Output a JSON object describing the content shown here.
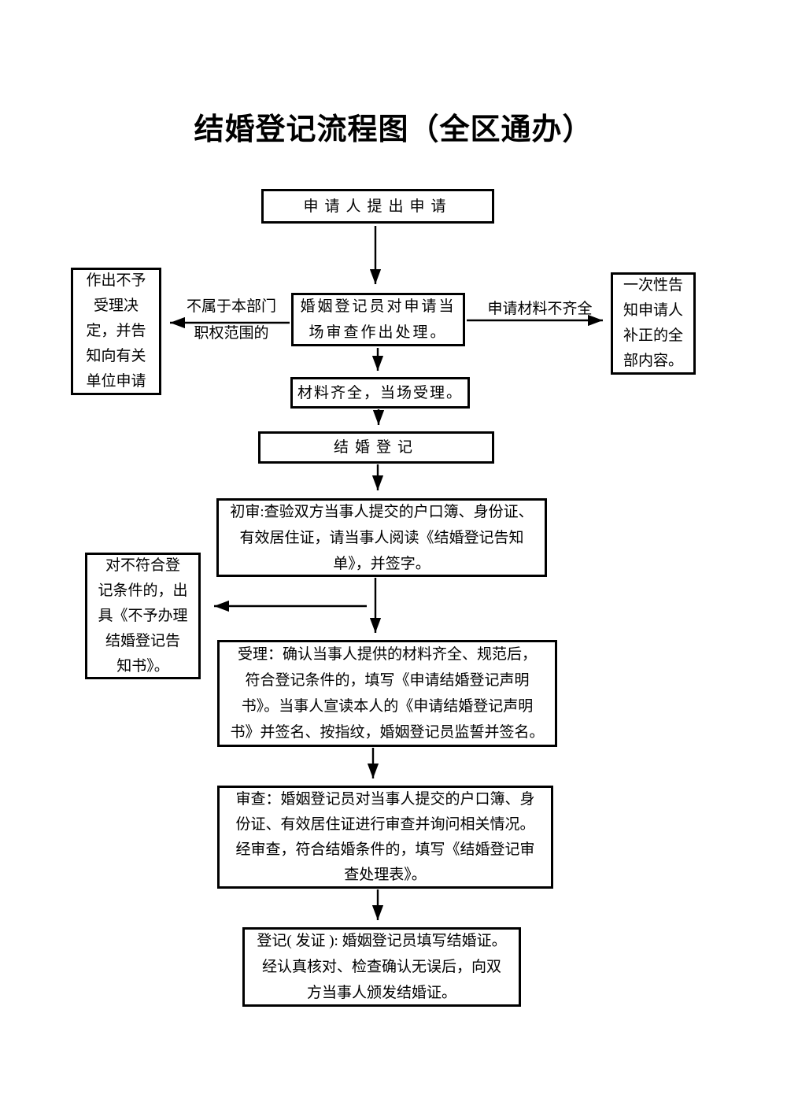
{
  "title": "结婚登记流程图（全区通办）",
  "flowchart": {
    "nodes": {
      "apply": {
        "text": "申请人提出申请"
      },
      "refuse_decision": {
        "text": "作出不予\n受理决\n定，并告\n知向有关\n单位申请"
      },
      "onsite_review": {
        "text": "婚姻登记员对申请当\n场审查作出处理。"
      },
      "onetime_notice": {
        "text": "一次性告\n知申请人\n补正的全\n部内容。"
      },
      "accept_onsite": {
        "text": "材料齐全，当场受理。"
      },
      "marriage_register": {
        "text": "结婚登记"
      },
      "first_review": {
        "text": "初审:查验双方当事人提交的户口簿、身份证、\n有效居住证，请当事人阅读《结婚登记告知\n单》，并签字。"
      },
      "not_qualified": {
        "text": "对不符合登\n记条件的，出\n具《不予办理\n结婚登记告\n知书》。"
      },
      "acceptance": {
        "text": "受理：确认当事人提供的材料齐全、规范后，\n符合登记条件的，填写《申请结婚登记声明\n书》。当事人宣读本人的《申请结婚登记声明\n书》并签名、按指纹，婚姻登记员监誓并签名。"
      },
      "examine": {
        "text": "审查：婚姻登记员对当事人提交的户口簿、身\n份证、有效居住证进行审查并询问相关情况。\n经审查，符合结婚条件的，填写《结婚登记审\n查处理表》。"
      },
      "issue_certificate": {
        "text": "登记( 发证 ): 婚姻登记员填写结婚证。\n经认真核对、检查确认无误后，向双\n方当事人颁发结婚证。"
      }
    },
    "edge_labels": {
      "not_in_scope": {
        "text": "不属于本部门\n职权范围的"
      },
      "materials_incomplete": {
        "text": "申请材料不齐全"
      }
    }
  },
  "colors": {
    "ink": "#000000",
    "background": "#ffffff"
  }
}
